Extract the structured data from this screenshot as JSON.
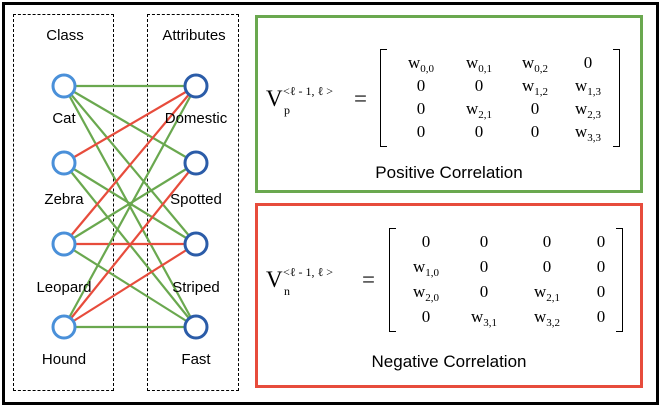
{
  "headers": {
    "class": "Class",
    "attributes": "Attributes"
  },
  "classes": [
    "Cat",
    "Zebra",
    "Leopard",
    "Hound"
  ],
  "attributes": [
    "Domestic",
    "Spotted",
    "Striped",
    "Fast"
  ],
  "colors": {
    "positive": "#6aa84f",
    "negative": "#e74c3c",
    "node_fill": "#ffffff",
    "class_node": "#4a90d9",
    "attr_node": "#2b5ca8"
  },
  "edges": [
    {
      "from": 0,
      "to": 0,
      "type": "positive"
    },
    {
      "from": 0,
      "to": 1,
      "type": "positive"
    },
    {
      "from": 0,
      "to": 2,
      "type": "positive"
    },
    {
      "from": 0,
      "to": 3,
      "type": "positive"
    },
    {
      "from": 1,
      "to": 0,
      "type": "negative"
    },
    {
      "from": 1,
      "to": 2,
      "type": "positive"
    },
    {
      "from": 1,
      "to": 3,
      "type": "positive"
    },
    {
      "from": 2,
      "to": 0,
      "type": "negative"
    },
    {
      "from": 2,
      "to": 1,
      "type": "positive"
    },
    {
      "from": 2,
      "to": 2,
      "type": "negative"
    },
    {
      "from": 2,
      "to": 3,
      "type": "positive"
    },
    {
      "from": 3,
      "to": 0,
      "type": "positive"
    },
    {
      "from": 3,
      "to": 1,
      "type": "negative"
    },
    {
      "from": 3,
      "to": 2,
      "type": "negative"
    },
    {
      "from": 3,
      "to": 3,
      "type": "positive"
    }
  ],
  "positive_panel": {
    "label": "V",
    "subscript": "p",
    "superscript": "<ℓ - 1, ℓ >",
    "equals": "=",
    "matrix": [
      [
        {
          "t": "w",
          "s": "0,0"
        },
        {
          "t": "w",
          "s": "0,1"
        },
        {
          "t": "w",
          "s": "0,2"
        },
        {
          "t": "0",
          "s": ""
        }
      ],
      [
        {
          "t": "0",
          "s": ""
        },
        {
          "t": "0",
          "s": ""
        },
        {
          "t": "w",
          "s": "1,2"
        },
        {
          "t": "w",
          "s": "1,3"
        }
      ],
      [
        {
          "t": "0",
          "s": ""
        },
        {
          "t": "w",
          "s": "2,1"
        },
        {
          "t": "0",
          "s": ""
        },
        {
          "t": "w",
          "s": "2,3"
        }
      ],
      [
        {
          "t": "0",
          "s": ""
        },
        {
          "t": "0",
          "s": ""
        },
        {
          "t": "0",
          "s": ""
        },
        {
          "t": "w",
          "s": "3,3"
        }
      ]
    ],
    "caption": "Positive Correlation"
  },
  "negative_panel": {
    "label": "V",
    "subscript": "n",
    "superscript": "<ℓ - 1, ℓ >",
    "equals": "=",
    "matrix": [
      [
        {
          "t": "0",
          "s": ""
        },
        {
          "t": "0",
          "s": ""
        },
        {
          "t": "0",
          "s": ""
        },
        {
          "t": "0",
          "s": ""
        }
      ],
      [
        {
          "t": "w",
          "s": "1,0"
        },
        {
          "t": "0",
          "s": ""
        },
        {
          "t": "0",
          "s": ""
        },
        {
          "t": "0",
          "s": ""
        }
      ],
      [
        {
          "t": "w",
          "s": "2,0"
        },
        {
          "t": "0",
          "s": ""
        },
        {
          "t": "w",
          "s": "2,1"
        },
        {
          "t": "0",
          "s": ""
        }
      ],
      [
        {
          "t": "0",
          "s": ""
        },
        {
          "t": "w",
          "s": "3,1"
        },
        {
          "t": "w",
          "s": "3,2"
        },
        {
          "t": "0",
          "s": ""
        }
      ]
    ],
    "caption": "Negative Correlation"
  }
}
